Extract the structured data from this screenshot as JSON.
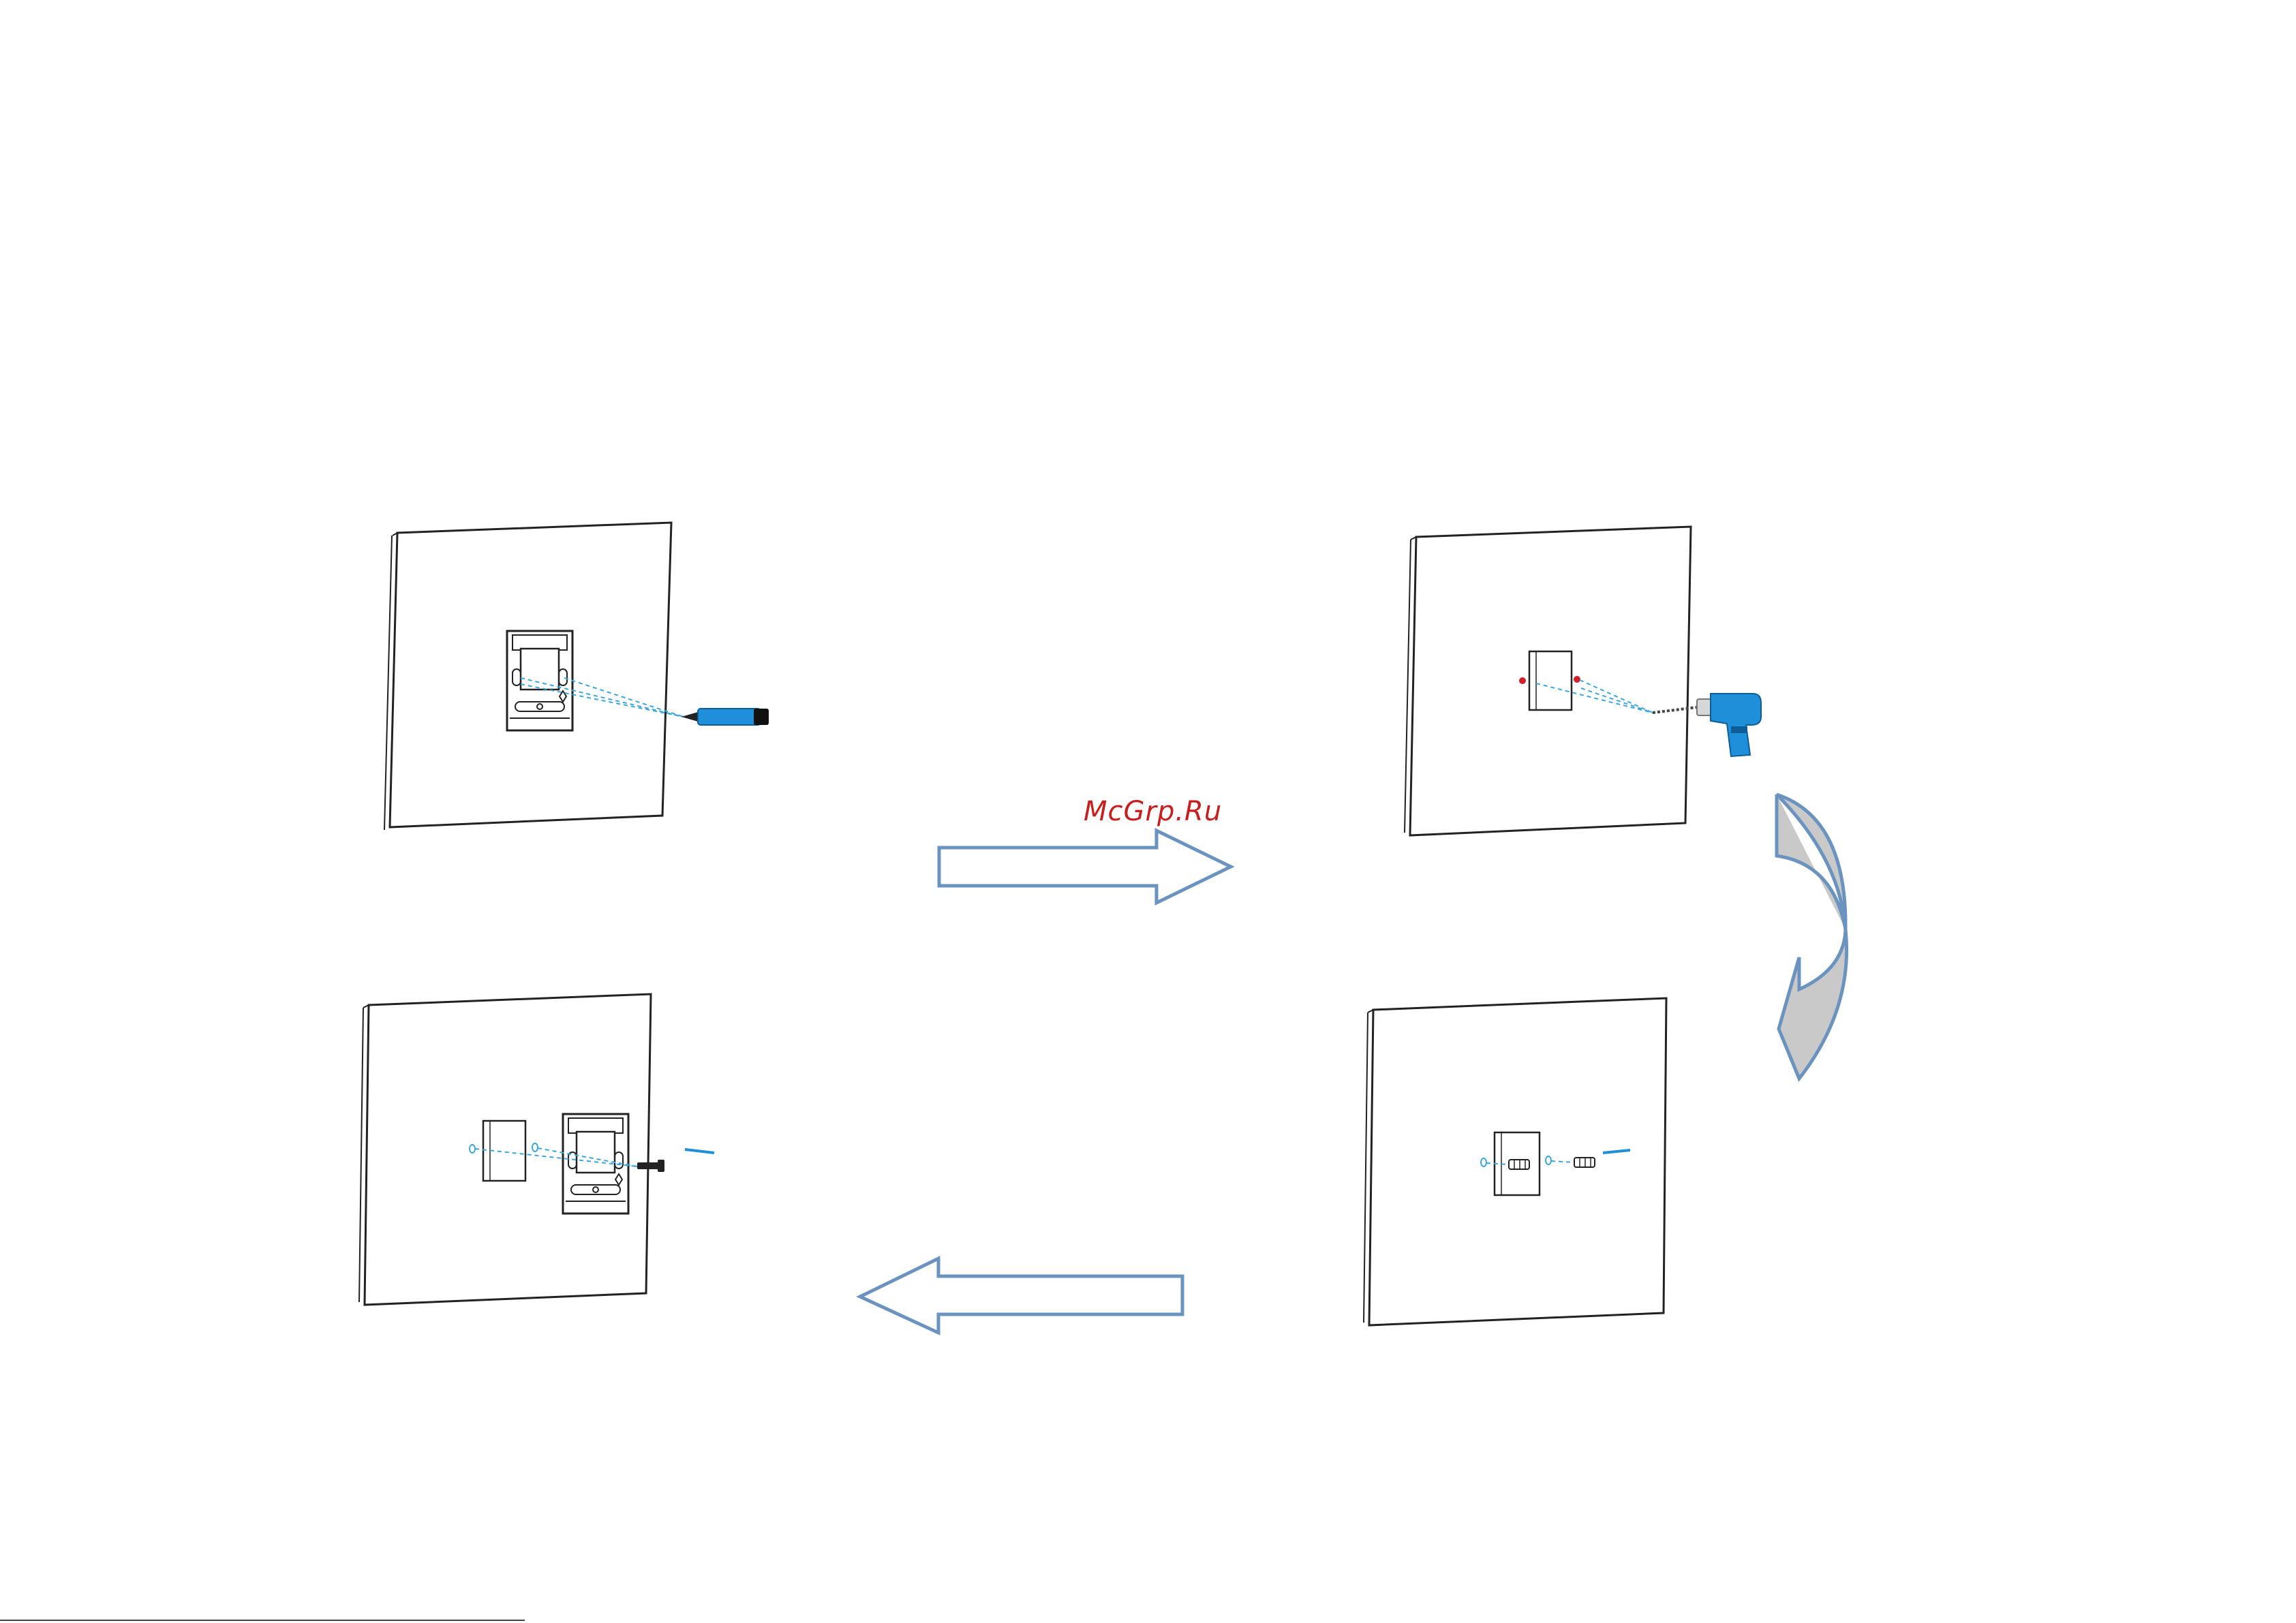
{
  "watermark": {
    "text": "McGrp.Ru"
  },
  "colors": {
    "line": "#222222",
    "guide": "#3aa6dc",
    "tool": "#1e8fd8",
    "tool_dark": "#0d5e98",
    "arrow_stroke": "#6b93bf",
    "curve_fill": "#c9c9c9",
    "mark": "#d0202a",
    "watermark": "#c81e1e"
  },
  "steps": [
    {
      "name": "mark-holes",
      "tool_icon": "marker-icon"
    },
    {
      "name": "drill-holes",
      "tool_icon": "drill-icon"
    },
    {
      "name": "insert-anchors",
      "tool_icon": "anchor-icon"
    },
    {
      "name": "screw-bracket",
      "tool_icon": "screw-icon"
    }
  ],
  "flow_arrows": [
    "right-arrow-icon",
    "curved-down-arrow-icon",
    "left-arrow-icon"
  ]
}
